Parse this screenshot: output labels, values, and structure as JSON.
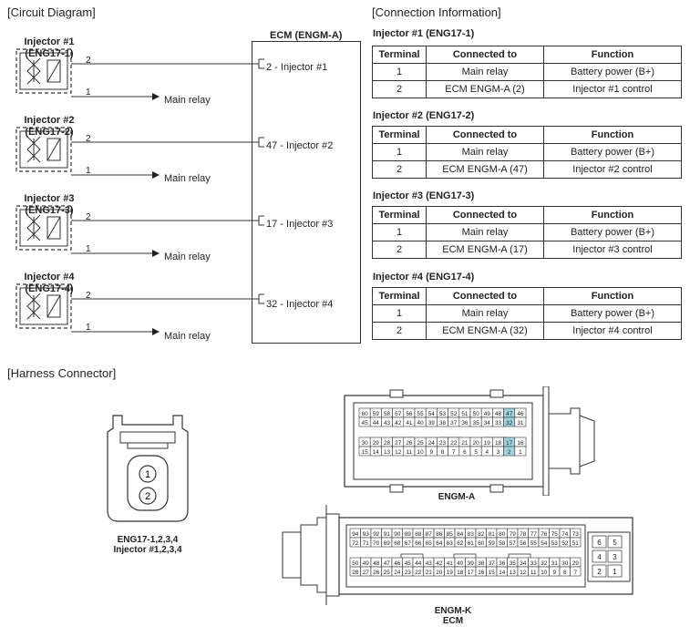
{
  "headings": {
    "circuit": "[Circuit Diagram]",
    "connection": "[Connection Information]",
    "harness": "[Harness Connector]"
  },
  "ecm": {
    "title": "ECM (ENGM-A)"
  },
  "relay_label": "Main relay",
  "injectors": [
    {
      "name": "Injector #1",
      "code": "(ENG17-1)",
      "pin1": "1",
      "pin2": "2",
      "ecm_pin": "2 - Injector #1"
    },
    {
      "name": "Injector #2",
      "code": "(ENG17-2)",
      "pin1": "1",
      "pin2": "2",
      "ecm_pin": "47 - Injector #2"
    },
    {
      "name": "Injector #3",
      "code": "(ENG17-3)",
      "pin1": "1",
      "pin2": "2",
      "ecm_pin": "17 - Injector #3"
    },
    {
      "name": "Injector #4",
      "code": "(ENG17-4)",
      "pin1": "1",
      "pin2": "2",
      "ecm_pin": "32 - Injector #4"
    }
  ],
  "columns": [
    "Terminal",
    "Connected to",
    "Function"
  ],
  "tables": [
    {
      "title": "Injector #1 (ENG17-1)",
      "rows": [
        [
          "1",
          "Main relay",
          "Battery power (B+)"
        ],
        [
          "2",
          "ECM ENGM-A (2)",
          "Injector #1 control"
        ]
      ]
    },
    {
      "title": "Injector #2 (ENG17-2)",
      "rows": [
        [
          "1",
          "Main relay",
          "Battery power (B+)"
        ],
        [
          "2",
          "ECM ENGM-A (47)",
          "Injector #2 control"
        ]
      ]
    },
    {
      "title": "Injector #3 (ENG17-3)",
      "rows": [
        [
          "1",
          "Main relay",
          "Battery power (B+)"
        ],
        [
          "2",
          "ECM ENGM-A (17)",
          "Injector #3 control"
        ]
      ]
    },
    {
      "title": "Injector #4 (ENG17-4)",
      "rows": [
        [
          "1",
          "Main relay",
          "Battery power (B+)"
        ],
        [
          "2",
          "ECM ENGM-A (32)",
          "Injector #4 control"
        ]
      ]
    }
  ],
  "connectors": {
    "injector": {
      "line1": "ENG17-1,2,3,4",
      "line2": "Injector #1,2,3,4",
      "pins": [
        "1",
        "2"
      ]
    },
    "engm_a": {
      "label": "ENGM-A",
      "rows": [
        [
          "60",
          "59",
          "58",
          "57",
          "56",
          "55",
          "54",
          "53",
          "52",
          "51",
          "50",
          "49",
          "48",
          "47",
          "46"
        ],
        [
          "45",
          "44",
          "43",
          "42",
          "41",
          "40",
          "39",
          "38",
          "37",
          "36",
          "35",
          "34",
          "33",
          "32",
          "31"
        ],
        [
          "30",
          "29",
          "28",
          "27",
          "26",
          "25",
          "24",
          "23",
          "22",
          "21",
          "20",
          "19",
          "18",
          "17",
          "16"
        ],
        [
          "15",
          "14",
          "13",
          "12",
          "11",
          "10",
          "9",
          "8",
          "7",
          "6",
          "5",
          "4",
          "3",
          "2",
          "1"
        ]
      ],
      "highlighted": [
        "47",
        "32",
        "17",
        "2"
      ]
    },
    "engm_k": {
      "label": "ENGM-K",
      "sublabel": "ECM",
      "rows": [
        [
          "94",
          "93",
          "92",
          "91",
          "90",
          "89",
          "88",
          "87",
          "86",
          "85",
          "84",
          "83",
          "82",
          "81",
          "80",
          "79",
          "78",
          "77",
          "76",
          "75",
          "74",
          "73"
        ],
        [
          "72",
          "71",
          "70",
          "69",
          "68",
          "67",
          "66",
          "65",
          "64",
          "63",
          "62",
          "61",
          "60",
          "59",
          "58",
          "57",
          "56",
          "55",
          "54",
          "53",
          "52",
          "51"
        ],
        [
          "50",
          "49",
          "48",
          "47",
          "46",
          "45",
          "44",
          "43",
          "42",
          "41",
          "40",
          "39",
          "38",
          "37",
          "36",
          "35",
          "34",
          "33",
          "32",
          "31",
          "30",
          "29"
        ],
        [
          "28",
          "27",
          "26",
          "25",
          "24",
          "23",
          "22",
          "21",
          "20",
          "19",
          "18",
          "17",
          "16",
          "15",
          "14",
          "13",
          "12",
          "11",
          "10",
          "9",
          "8",
          "7"
        ]
      ],
      "side": [
        [
          "6",
          "5"
        ],
        [
          "4",
          "3"
        ],
        [
          "2",
          "1"
        ]
      ]
    }
  },
  "colors": {
    "highlight": "#9fd3dc",
    "line": "#333333",
    "body": "#eeeeee"
  }
}
